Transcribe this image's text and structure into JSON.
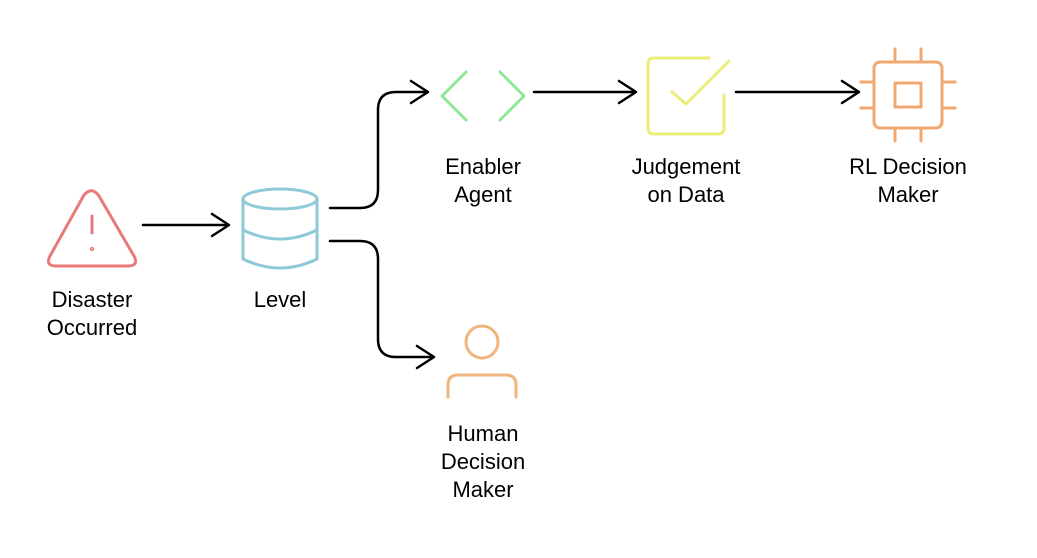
{
  "colors": {
    "edge": "#000000",
    "warning": "#e87a7a",
    "database": "#8ec9d8",
    "code": "#8ee89a",
    "check": "#ecec7a",
    "human": "#f0b47c",
    "chip": "#f0a870"
  },
  "nodes": {
    "disaster": {
      "icon": "warning-triangle-icon",
      "label_line1": "Disaster",
      "label_line2": "Occurred"
    },
    "level": {
      "icon": "database-icon",
      "label_line1": "Level"
    },
    "enabler": {
      "icon": "code-brackets-icon",
      "label_line1": "Enabler",
      "label_line2": "Agent"
    },
    "judgement": {
      "icon": "checkbox-icon",
      "label_line1": "Judgement",
      "label_line2": "on Data"
    },
    "rl": {
      "icon": "cpu-chip-icon",
      "label_line1": "RL Decision",
      "label_line2": "Maker"
    },
    "human": {
      "icon": "person-icon",
      "label_line1": "Human",
      "label_line2": "Decision",
      "label_line3": "Maker"
    }
  },
  "edges": [
    {
      "from": "Disaster Occurred",
      "to": "Level"
    },
    {
      "from": "Level",
      "to": "Enabler Agent"
    },
    {
      "from": "Level",
      "to": "Human Decision Maker"
    },
    {
      "from": "Enabler Agent",
      "to": "Judgement on Data"
    },
    {
      "from": "Judgement on Data",
      "to": "RL Decision Maker"
    }
  ]
}
